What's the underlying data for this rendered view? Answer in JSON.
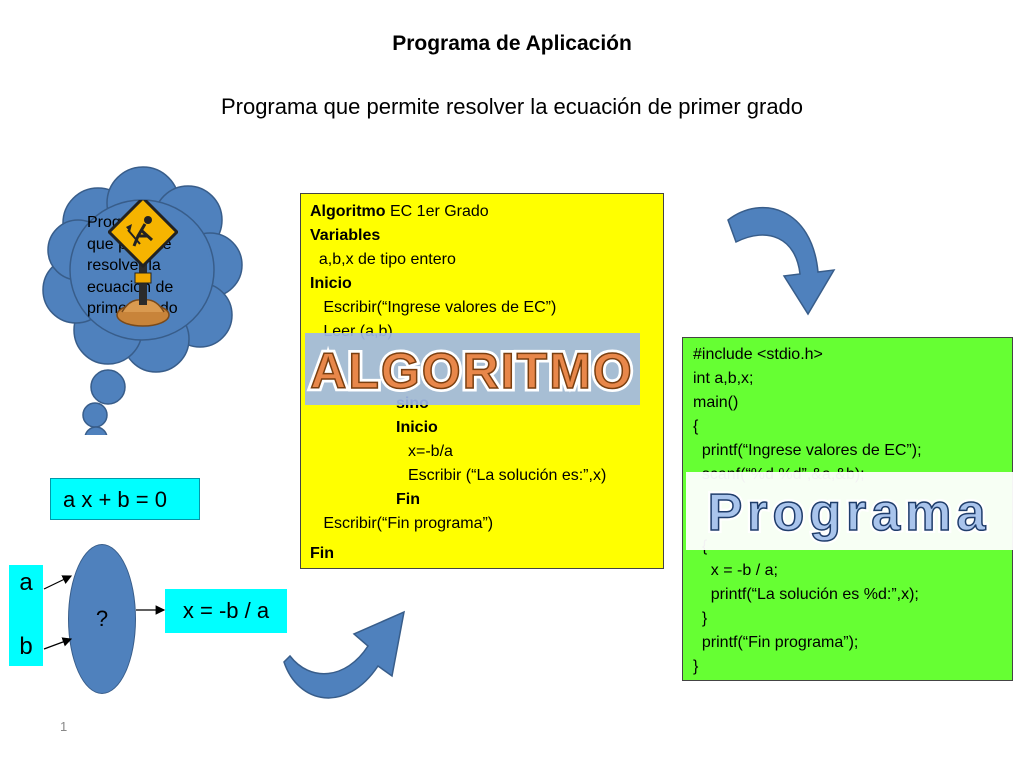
{
  "title": "Programa de Aplicación",
  "subtitle": "Programa que permite resolver la ecuación de primer grado",
  "cloud": {
    "lines": [
      "Programa",
      "que permite",
      "resolver la",
      "ecuación de",
      "primer grado"
    ]
  },
  "algorithm": {
    "line1_bold": "Algoritmo",
    "line1_rest": " EC 1er Grado",
    "line2": "Variables",
    "line3": "  a,b,x de tipo entero",
    "line4": "Inicio",
    "line5": "   Escribir(“Ingrese valores de EC”)",
    "line6": "   Leer (a,b)",
    "line_sino": "sino",
    "line_inicio2": "Inicio",
    "line_x": "x=-b/a",
    "line_esc": "Escribir (“La solución es:”,x)",
    "line_fin1": "Fin",
    "line_escfin": "   Escribir(“Fin programa”)",
    "line_fin": "Fin",
    "banner": "ALGORITMO"
  },
  "program": {
    "lines": [
      "#include <stdio.h>",
      "int a,b,x;",
      "main()",
      "{",
      "  printf(“Ingrese valores de EC”);",
      "  scanf(“%d %d”,&a,&b);",
      "",
      "",
      "  {",
      "    x = -b / a;",
      "    printf(“La solución es %d:”,x);",
      "  }",
      "  printf(“Fin programa”);",
      "}"
    ],
    "banner": "Programa"
  },
  "equation": {
    "formula": "a x + b = 0",
    "input_a": "a",
    "input_b": "b",
    "process": "?",
    "result": "x = -b / a"
  },
  "page_number": "1",
  "colors": {
    "algorithm_bg": "#ffff00",
    "program_bg": "#66ff33",
    "equation_bg": "#00ffff",
    "arrow_fill": "#4f81bd",
    "banner_bg": "#9fb8e6"
  }
}
